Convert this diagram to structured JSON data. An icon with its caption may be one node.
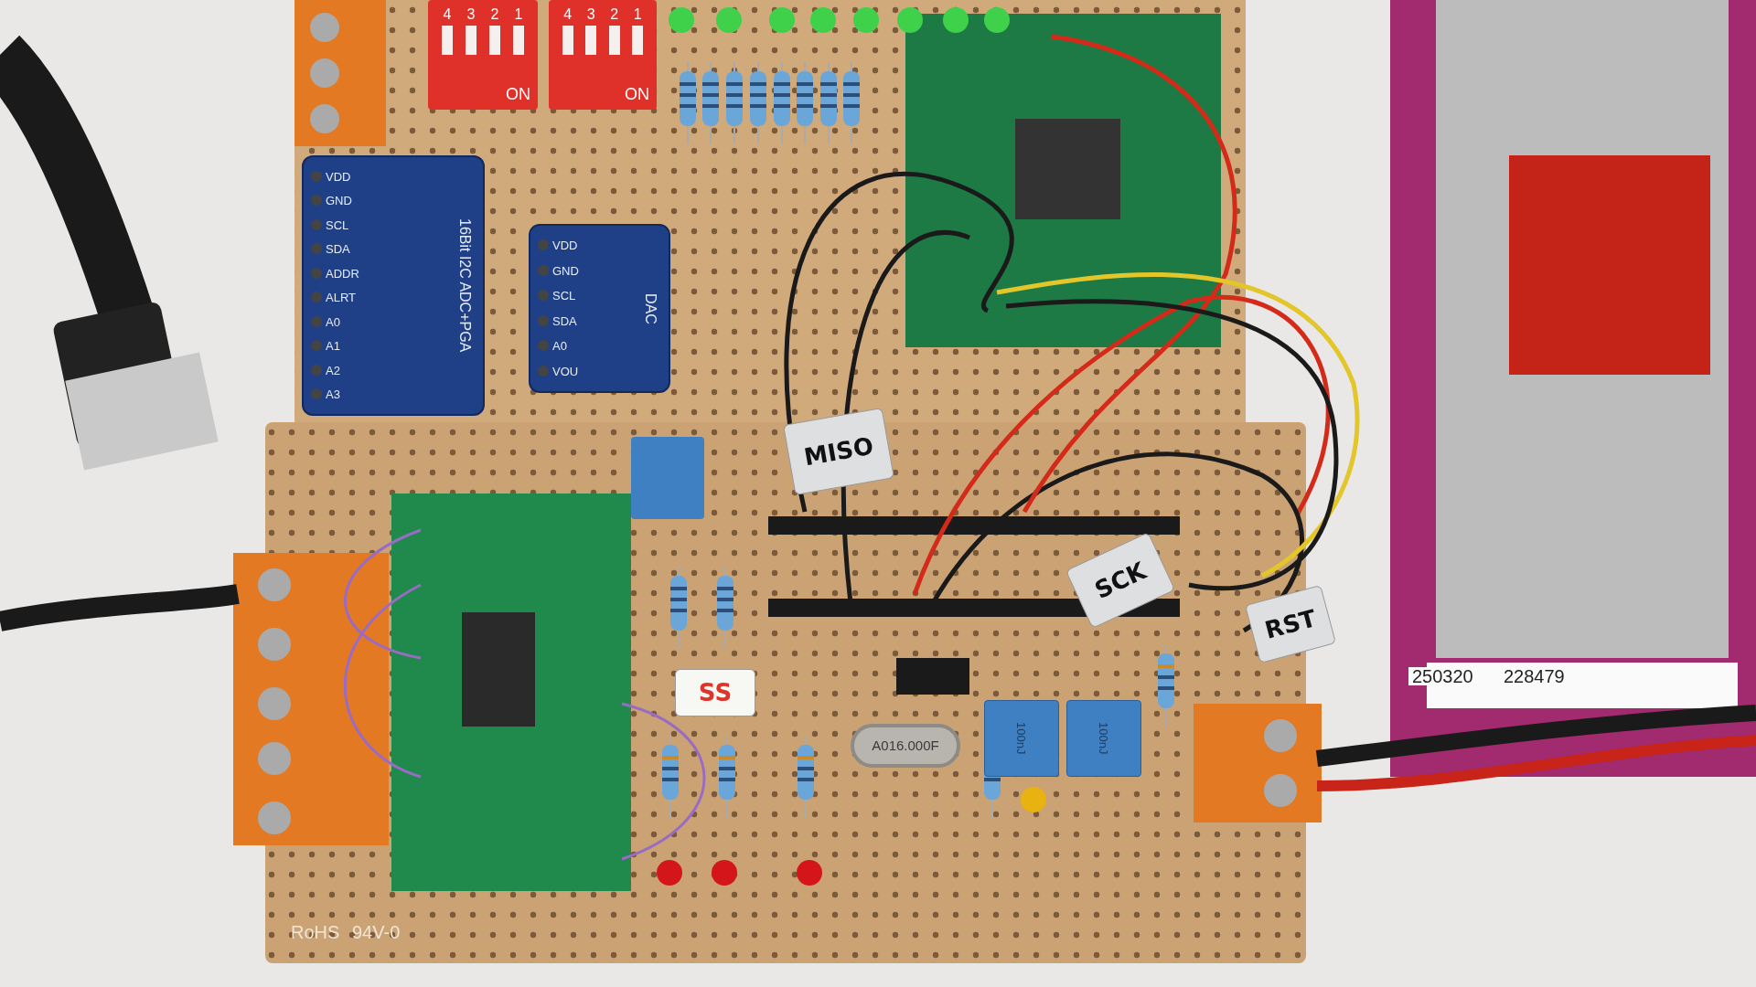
{
  "diagram": {
    "nodes": [
      {
        "text": [
          "VDD",
          "GND",
          "SCL",
          "SDA",
          "ADDR",
          "ALRT",
          "A0",
          "A1",
          "A2",
          "A3",
          "16Bit I2C ADC+PGA"
        ]
      },
      {
        "text": [
          "VDD",
          "GND",
          "SCL",
          "SDA",
          "A0",
          "VOU",
          "DAC"
        ]
      },
      {
        "text": [
          "4",
          "3",
          "2",
          "1",
          "ON"
        ]
      },
      {
        "text": [
          "4",
          "3",
          "2",
          "1",
          "ON"
        ]
      },
      {
        "text": [
          "MISO"
        ]
      },
      {
        "text": [
          "SCK"
        ]
      },
      {
        "text": [
          "RST"
        ]
      },
      {
        "text": [
          "SS"
        ]
      },
      {
        "text": [
          "A016.000F"
        ]
      },
      {
        "text": [
          "100nJ"
        ]
      },
      {
        "text": [
          "100nJ"
        ]
      }
    ],
    "labels": [
      "RoHS",
      "94V-0",
      "250320",
      "228479"
    ]
  }
}
